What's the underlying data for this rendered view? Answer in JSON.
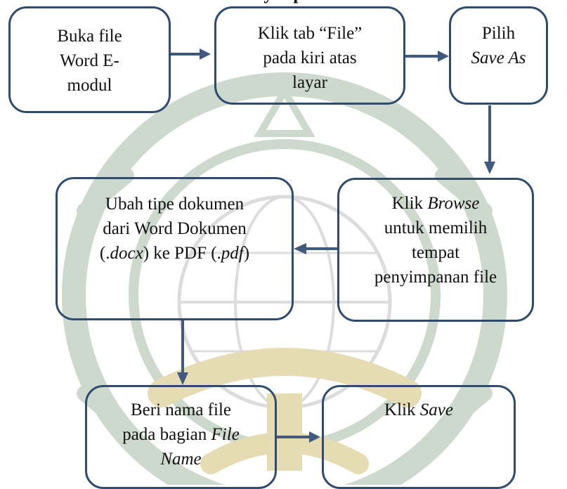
{
  "colors": {
    "box_border": "#2f4b6e",
    "arrow": "#41597c",
    "watermark_green": "#ccd9cc",
    "watermark_gold": "#e6dcb4"
  },
  "heading_fragment": "nyimpan",
  "steps": {
    "open_word": [
      "Buka file",
      "Word E-",
      "modul"
    ],
    "click_file_tab": [
      "Klik tab “File”",
      "pada kiri atas",
      "layar"
    ],
    "choose_save_as": [
      "Pilih",
      "Save As"
    ],
    "click_browse": [
      "Klik Browse",
      "untuk memilih",
      "tempat",
      "penyimpanan file"
    ],
    "change_type": [
      "Ubah tipe dokumen",
      "dari Word Dokumen",
      "(.docx) ke PDF (.pdf)"
    ],
    "give_name": [
      "Beri nama file",
      "pada bagian File",
      "Name"
    ],
    "click_save": [
      "Klik Save"
    ]
  },
  "italic_terms": {
    "save_as": "Save As",
    "browse": "Browse",
    "docx": "docx",
    "pdf": "pdf",
    "file_name_a": "File",
    "file_name_b": "Name",
    "save": "Save"
  }
}
